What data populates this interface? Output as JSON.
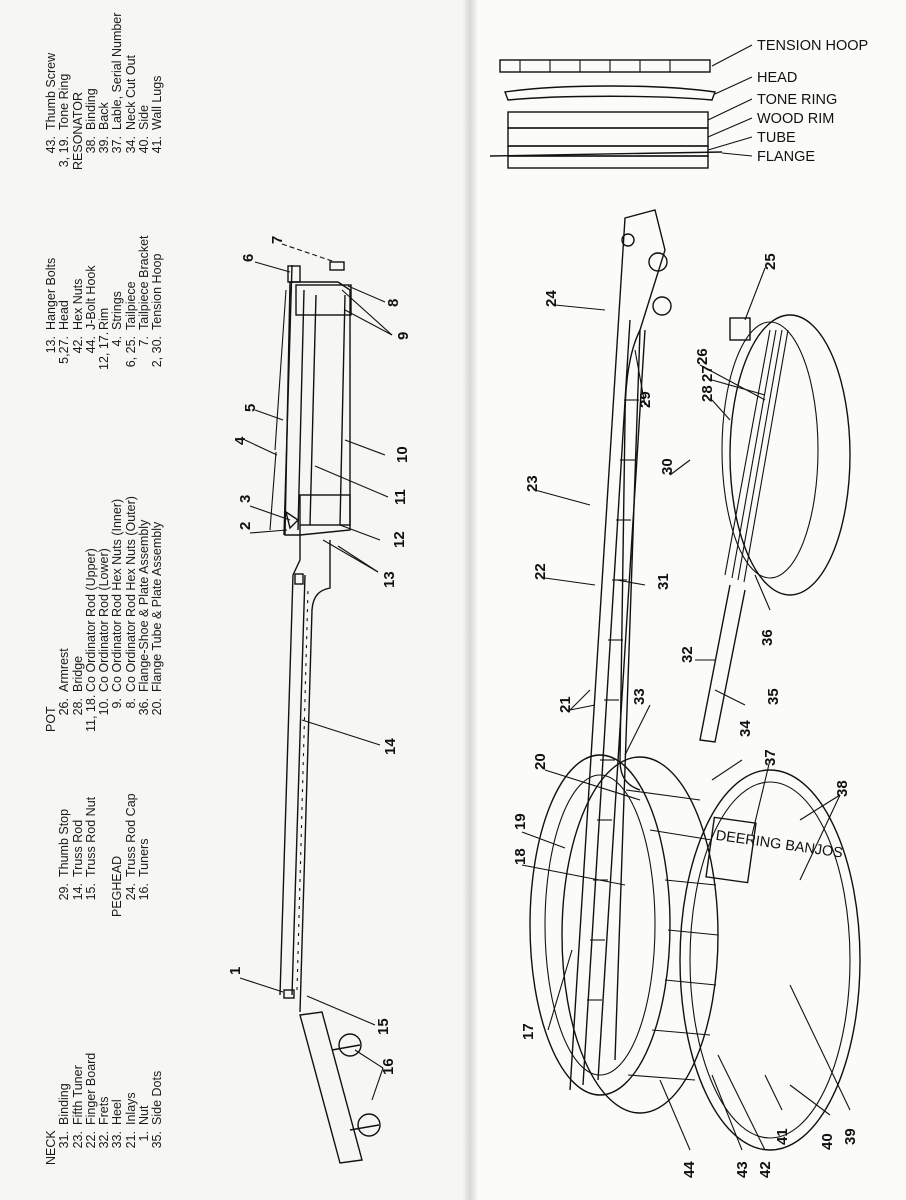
{
  "legend": {
    "neck": {
      "heading": "NECK",
      "items": [
        {
          "num": "31.",
          "label": "Binding"
        },
        {
          "num": "23.",
          "label": "Fifth Tuner"
        },
        {
          "num": "22.",
          "label": "Finger Board"
        },
        {
          "num": "32.",
          "label": "Frets"
        },
        {
          "num": "33.",
          "label": "Heel"
        },
        {
          "num": "21.",
          "label": "Inlays"
        },
        {
          "num": "1.",
          "label": "Nut"
        },
        {
          "num": "35.",
          "label": "Side Dots"
        }
      ]
    },
    "neck2": {
      "items": [
        {
          "num": "29.",
          "label": "Thumb Stop"
        },
        {
          "num": "14.",
          "label": "Truss Rod"
        },
        {
          "num": "15.",
          "label": "Truss Rod Nut"
        }
      ]
    },
    "peghead": {
      "heading": "PEGHEAD",
      "items": [
        {
          "num": "24.",
          "label": "Truss Rod Cap"
        },
        {
          "num": "16.",
          "label": "Tuners"
        }
      ]
    },
    "pot": {
      "heading": "POT",
      "items": [
        {
          "num": "26.",
          "label": "Armrest"
        },
        {
          "num": "28.",
          "label": "Bridge"
        },
        {
          "num": "11, 18.",
          "label": "Co Ordinator Rod (Upper)"
        },
        {
          "num": "10.",
          "label": "Co Ordinator Rod (Lower)"
        },
        {
          "num": "9.",
          "label": "Co Ordinator Rod Hex Nuts (Inner)"
        },
        {
          "num": "8.",
          "label": "Co Ordinator Rod Hex Nuts (Outer)"
        },
        {
          "num": "36.",
          "label": "Flange-Shoe & Plate Assembly"
        },
        {
          "num": "20.",
          "label": "Flange Tube & Plate Assembly"
        }
      ]
    },
    "pot2": {
      "items": [
        {
          "num": "13.",
          "label": "Hanger Bolts"
        },
        {
          "num": "5,27.",
          "label": "Head"
        },
        {
          "num": "42.",
          "label": "Hex Nuts"
        },
        {
          "num": "44.",
          "label": "J-Bolt Hook"
        },
        {
          "num": "12, 17.",
          "label": "Rim"
        },
        {
          "num": "4.",
          "label": "Strings"
        },
        {
          "num": "6, 25.",
          "label": "Tailpiece"
        },
        {
          "num": "7.",
          "label": "Tailpiece Bracket"
        },
        {
          "num": "2, 30.",
          "label": "Tension Hoop"
        }
      ]
    },
    "pot3": {
      "items": [
        {
          "num": "43.",
          "label": "Thumb Screw"
        },
        {
          "num": "3, 19.",
          "label": "Tone Ring"
        }
      ]
    },
    "resonator": {
      "heading": "RESONATOR",
      "items": [
        {
          "num": "38.",
          "label": "Binding"
        },
        {
          "num": "39.",
          "label": "Back"
        },
        {
          "num": "37.",
          "label": "Lable, Serial Number"
        },
        {
          "num": "34.",
          "label": "Neck Cut Out"
        },
        {
          "num": "40.",
          "label": "Side"
        },
        {
          "num": "41.",
          "label": "Wall Lugs"
        }
      ]
    }
  },
  "exploded": {
    "labels": [
      "TENSION HOOP",
      "HEAD",
      "TONE RING",
      "WOOD RIM",
      "TUBE",
      "FLANGE"
    ]
  },
  "label_text": {
    "resonator_label": "DEERING BANJOS"
  },
  "callouts": [
    {
      "id": "c1",
      "text": "1"
    },
    {
      "id": "c2",
      "text": "2"
    },
    {
      "id": "c3",
      "text": "3"
    },
    {
      "id": "c4",
      "text": "4"
    },
    {
      "id": "c5",
      "text": "5"
    },
    {
      "id": "c6",
      "text": "6"
    },
    {
      "id": "c7",
      "text": "7"
    },
    {
      "id": "c8",
      "text": "8"
    },
    {
      "id": "c9",
      "text": "9"
    },
    {
      "id": "c10",
      "text": "10"
    },
    {
      "id": "c11",
      "text": "11"
    },
    {
      "id": "c12",
      "text": "12"
    },
    {
      "id": "c13",
      "text": "13"
    },
    {
      "id": "c14",
      "text": "14"
    },
    {
      "id": "c15",
      "text": "15"
    },
    {
      "id": "c16",
      "text": "16"
    },
    {
      "id": "c17",
      "text": "17"
    },
    {
      "id": "c18",
      "text": "18"
    },
    {
      "id": "c19",
      "text": "19"
    },
    {
      "id": "c20",
      "text": "20"
    },
    {
      "id": "c21",
      "text": "21"
    },
    {
      "id": "c22",
      "text": "22"
    },
    {
      "id": "c23",
      "text": "23"
    },
    {
      "id": "c24",
      "text": "24"
    },
    {
      "id": "c25",
      "text": "25"
    },
    {
      "id": "c26",
      "text": "26"
    },
    {
      "id": "c27",
      "text": "27"
    },
    {
      "id": "c28",
      "text": "28"
    },
    {
      "id": "c29",
      "text": "29"
    },
    {
      "id": "c30",
      "text": "30"
    },
    {
      "id": "c31",
      "text": "31"
    },
    {
      "id": "c32",
      "text": "32"
    },
    {
      "id": "c33",
      "text": "33"
    },
    {
      "id": "c34",
      "text": "34"
    },
    {
      "id": "c35",
      "text": "35"
    },
    {
      "id": "c36",
      "text": "36"
    },
    {
      "id": "c37",
      "text": "37"
    },
    {
      "id": "c38",
      "text": "38"
    },
    {
      "id": "c39",
      "text": "39"
    },
    {
      "id": "c40",
      "text": "40"
    },
    {
      "id": "c41",
      "text": "41"
    },
    {
      "id": "c42",
      "text": "42"
    },
    {
      "id": "c43",
      "text": "43"
    },
    {
      "id": "c44",
      "text": "44"
    }
  ]
}
